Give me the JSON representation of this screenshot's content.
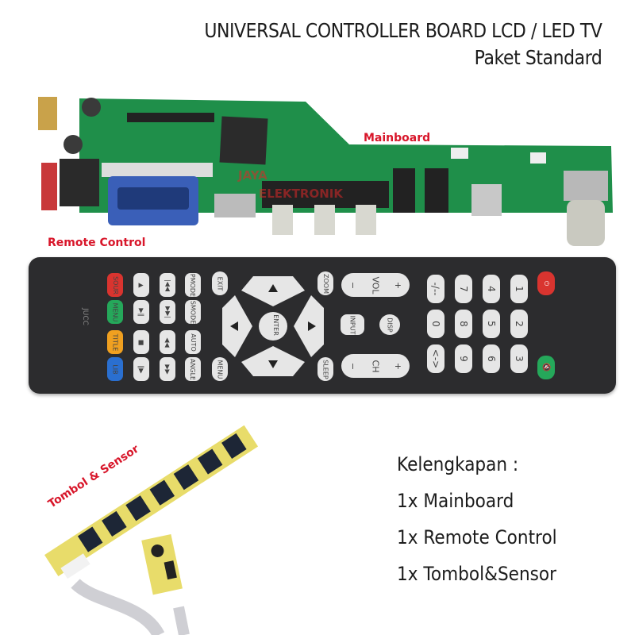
{
  "header": {
    "title": "UNIVERSAL CONTROLLER BOARD LCD / LED TV",
    "subtitle": "Paket Standard"
  },
  "labels": {
    "mainboard": "Mainboard",
    "remote": "Remote Control",
    "buttons": "Tombol & Sensor"
  },
  "watermark": {
    "line1": "JAYA",
    "line2": "ELEKTRONIK"
  },
  "remote": {
    "brand": "JUCC",
    "color_keys": [
      "SOUR",
      "MENU",
      "TITLE",
      "LIB"
    ],
    "media_keys": [
      "▲",
      "▶‖",
      "■",
      "‖▶"
    ],
    "skip_keys": [
      "|◀◀",
      "▶▶|",
      "◀◀",
      "▶▶"
    ],
    "mode_keys": [
      "PMODE",
      "SMODE",
      "AUTO",
      "ANGLE"
    ],
    "exit": "EXIT",
    "menu": "MENU",
    "enter": "ENTER",
    "zoom": "ZOOM",
    "sleep": "SLEEP",
    "vol": "VOL",
    "ch": "CH",
    "minus": "−",
    "plus": "+",
    "input": "INPUT",
    "disp": "DISP",
    "numbers": [
      "-/--",
      "7",
      "4",
      "1",
      "0",
      "8",
      "5",
      "2",
      "<->",
      "9",
      "6",
      "3"
    ],
    "power": "⏻",
    "mute": "🔇"
  },
  "contents": {
    "heading": "Kelengkapan :",
    "items": [
      "1x Mainboard",
      "1x Remote Control",
      "1x Tombol&Sensor"
    ]
  },
  "colors": {
    "label_red": "#d8162a",
    "pcb_green": "#1f8f4a",
    "remote_body": "#2c2c2e",
    "red_key": "#d9342f",
    "green_key": "#25a85a",
    "orange_key": "#f0a020",
    "blue_key": "#2a6fd0",
    "button_board": "#e8dc6a"
  }
}
